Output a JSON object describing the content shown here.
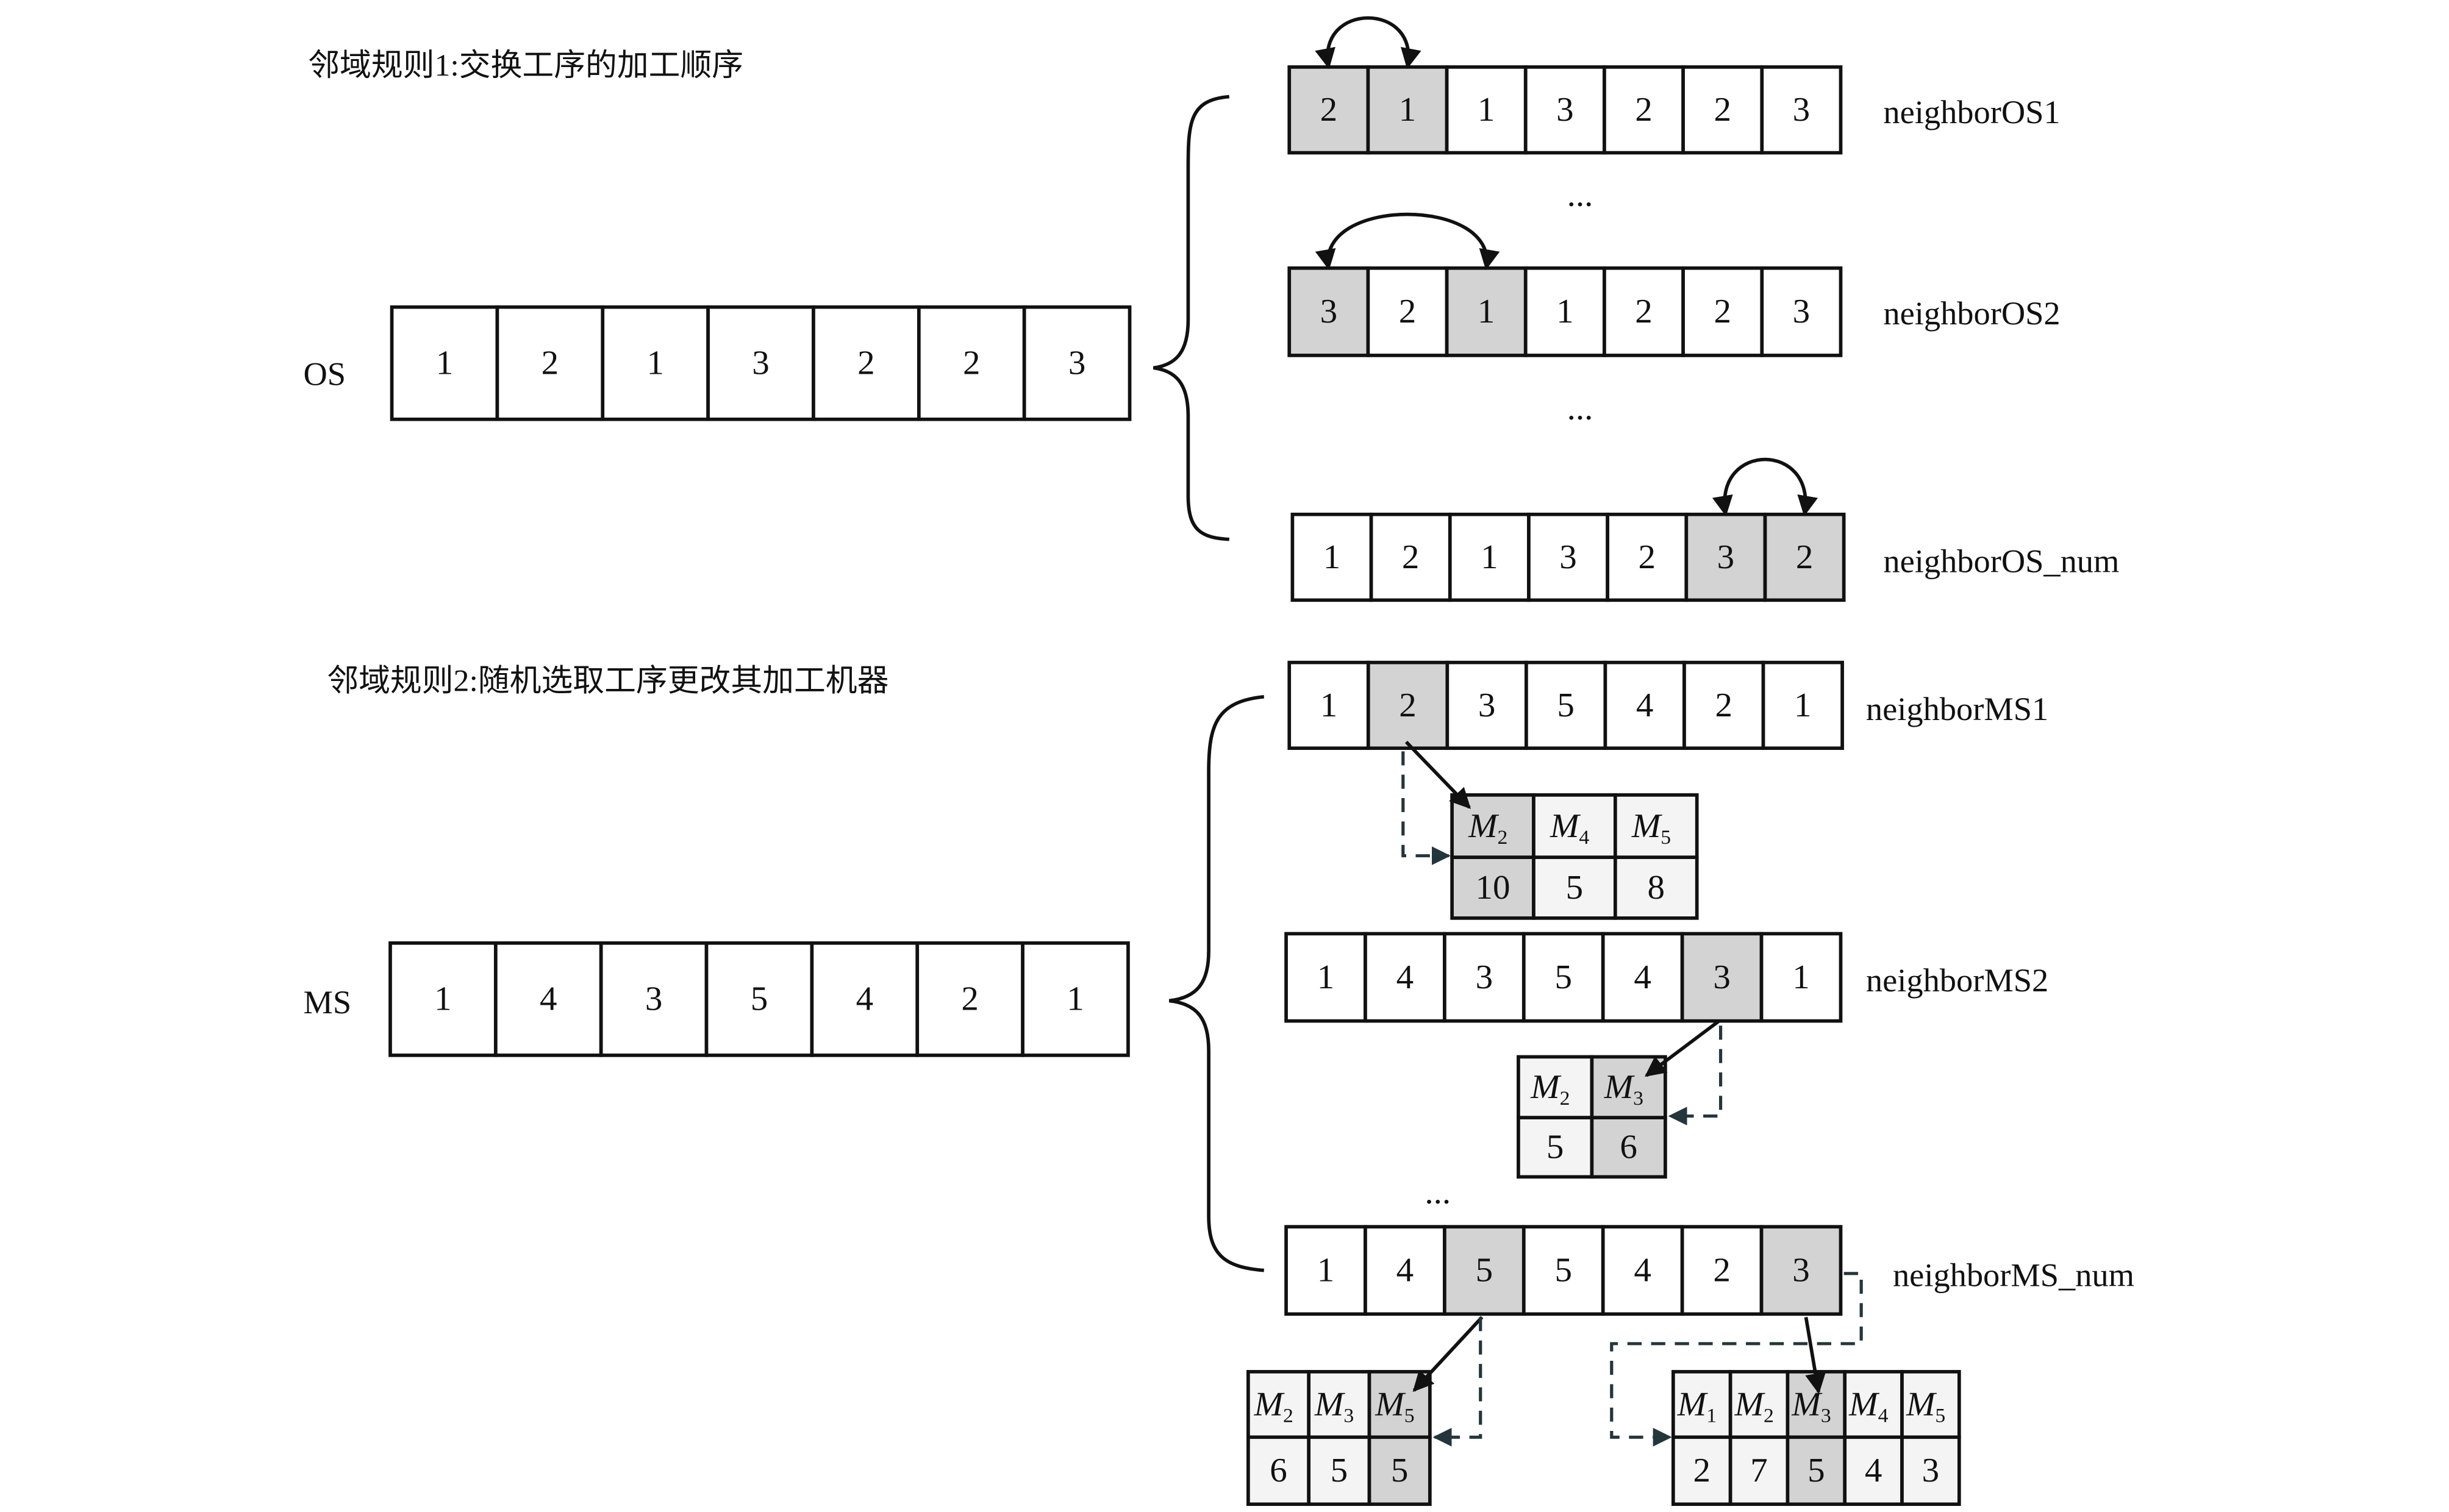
{
  "rule1_title": "邻域规则1:交换工序的加工顺序",
  "rule2_title": "邻域规则2:随机选取工序更改其加工机器",
  "ellipsis": "...",
  "colors": {
    "highlight": "#d3d3d3",
    "light": "#f4f4f4",
    "dash": "#23363b"
  },
  "os": {
    "label": "OS",
    "values": [
      1,
      2,
      1,
      3,
      2,
      2,
      3
    ]
  },
  "os_neighbors": [
    {
      "label": "neighborOS1",
      "values": [
        2,
        1,
        1,
        3,
        2,
        2,
        3
      ],
      "swapped": [
        0,
        1
      ]
    },
    {
      "label": "neighborOS2",
      "values": [
        3,
        2,
        1,
        1,
        2,
        2,
        3
      ],
      "swapped": [
        0,
        2
      ]
    },
    {
      "label": "neighborOS_num",
      "values": [
        1,
        2,
        1,
        3,
        2,
        3,
        2
      ],
      "swapped": [
        5,
        6
      ]
    }
  ],
  "ms": {
    "label": "MS",
    "values": [
      1,
      4,
      3,
      5,
      4,
      2,
      1
    ]
  },
  "ms_neighbors": [
    {
      "label": "neighborMS1",
      "values": [
        1,
        2,
        3,
        5,
        4,
        2,
        1
      ],
      "changed": [
        1
      ],
      "tables": [
        {
          "machines": [
            "M2",
            "M4",
            "M5"
          ],
          "times": [
            10,
            5,
            8
          ],
          "selected": 0
        }
      ]
    },
    {
      "label": "neighborMS2",
      "values": [
        1,
        4,
        3,
        5,
        4,
        3,
        1
      ],
      "changed": [
        5
      ],
      "tables": [
        {
          "machines": [
            "M2",
            "M3"
          ],
          "times": [
            5,
            6
          ],
          "selected": 1
        }
      ]
    },
    {
      "label": "neighborMS_num",
      "values": [
        1,
        4,
        5,
        5,
        4,
        2,
        3
      ],
      "changed": [
        2,
        6
      ],
      "tables": [
        {
          "machines": [
            "M2",
            "M3",
            "M5"
          ],
          "times": [
            6,
            5,
            5
          ],
          "selected": 2
        },
        {
          "machines": [
            "M1",
            "M2",
            "M3",
            "M4",
            "M5"
          ],
          "times": [
            2,
            7,
            5,
            4,
            3
          ],
          "selected": 2
        }
      ]
    }
  ]
}
